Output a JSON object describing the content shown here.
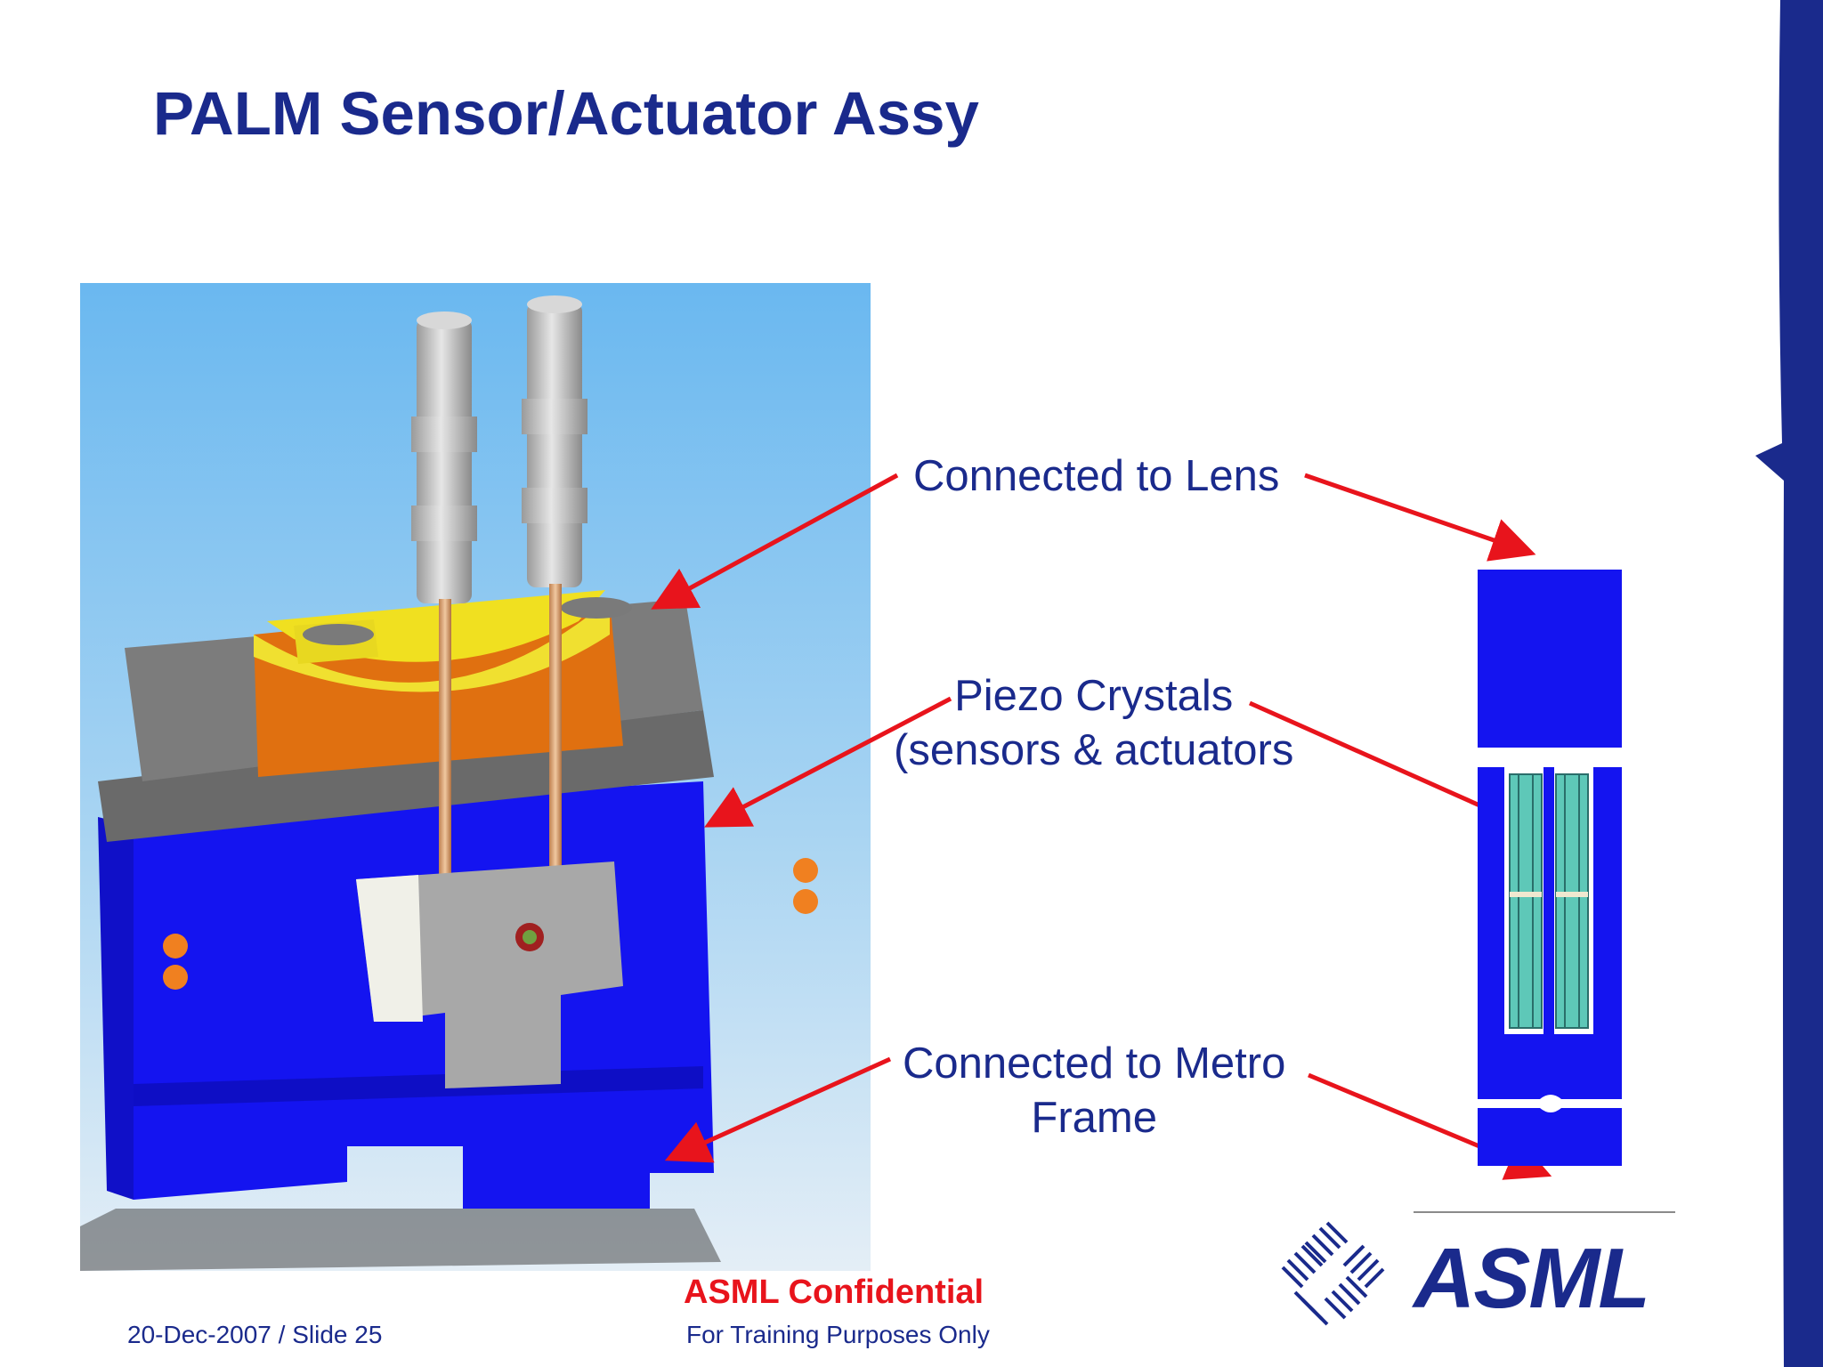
{
  "slide": {
    "title": "PALM Sensor/Actuator Assy",
    "labels": {
      "lens": "Connected to Lens",
      "piezo_line1": "Piezo Crystals",
      "piezo_line2": "(sensors & actuators",
      "metro_line1": "Connected to Metro",
      "metro_line2": "Frame"
    },
    "footer": {
      "confidential": "ASML Confidential",
      "training": "For Training Purposes Only",
      "date_slide": "20-Dec-2007  / Slide 25"
    },
    "logo": {
      "text": "ASML"
    }
  },
  "colors": {
    "title_blue": "#1a2a8c",
    "arrow_red": "#e8141c",
    "part_blue": "#1414f0",
    "crystal_teal": "#5ec8b8",
    "sky_top": "#6ab8f0",
    "sky_bottom": "#e4eef6"
  },
  "icons": {
    "logo_mark": "asml-striped-diamond-icon"
  }
}
